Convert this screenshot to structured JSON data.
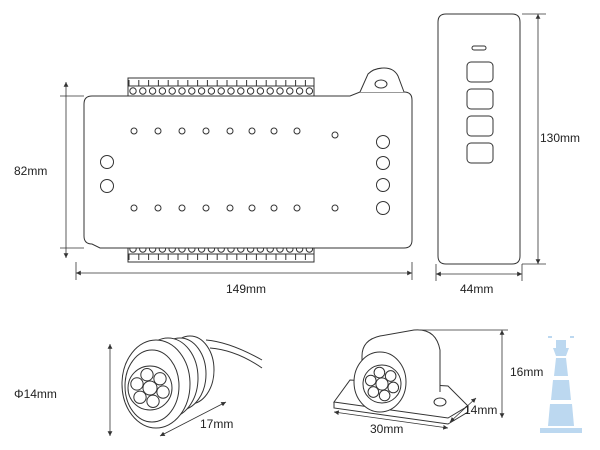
{
  "dimensions": {
    "controller_height": "82mm",
    "controller_width": "149mm",
    "remote_height": "130mm",
    "remote_width": "44mm",
    "sensor_round_diameter": "Φ14mm",
    "sensor_round_depth": "17mm",
    "sensor_mount_height": "16mm",
    "sensor_mount_width": "30mm",
    "sensor_mount_depth": "14mm"
  },
  "colors": {
    "line": "#333333",
    "watermark": "#bcd8f0"
  },
  "icons": {
    "watermark": "lighthouse-icon"
  }
}
